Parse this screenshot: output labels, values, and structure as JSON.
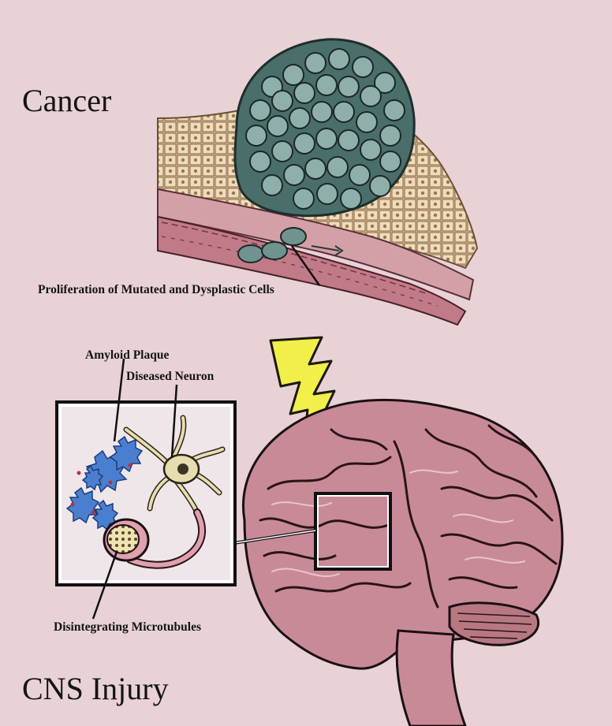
{
  "sections": {
    "top_title": "Cancer",
    "bottom_title": "CNS Injury"
  },
  "labels": {
    "proliferation": "Proliferation of Mutated and Dysplastic Cells",
    "amyloid_plaque": "Amyloid Plaque",
    "diseased_neuron": "Diseased Neuron",
    "microtubules": "Disintegrating Microtubules"
  },
  "colors": {
    "background": "#e8d2d6",
    "tumor": "#3f5f5c",
    "tissue": "#d9bb92",
    "vessel": "#c98a96",
    "brain": "#c98a98",
    "lightning": "#f2ef4a",
    "plaque": "#4a7fd0",
    "neuron": "#e6ddb0",
    "axon": "#e0a0ad"
  },
  "icons": [
    "lightning-bolt-icon",
    "tumor-cluster-icon",
    "brain-icon",
    "neuron-icon"
  ]
}
